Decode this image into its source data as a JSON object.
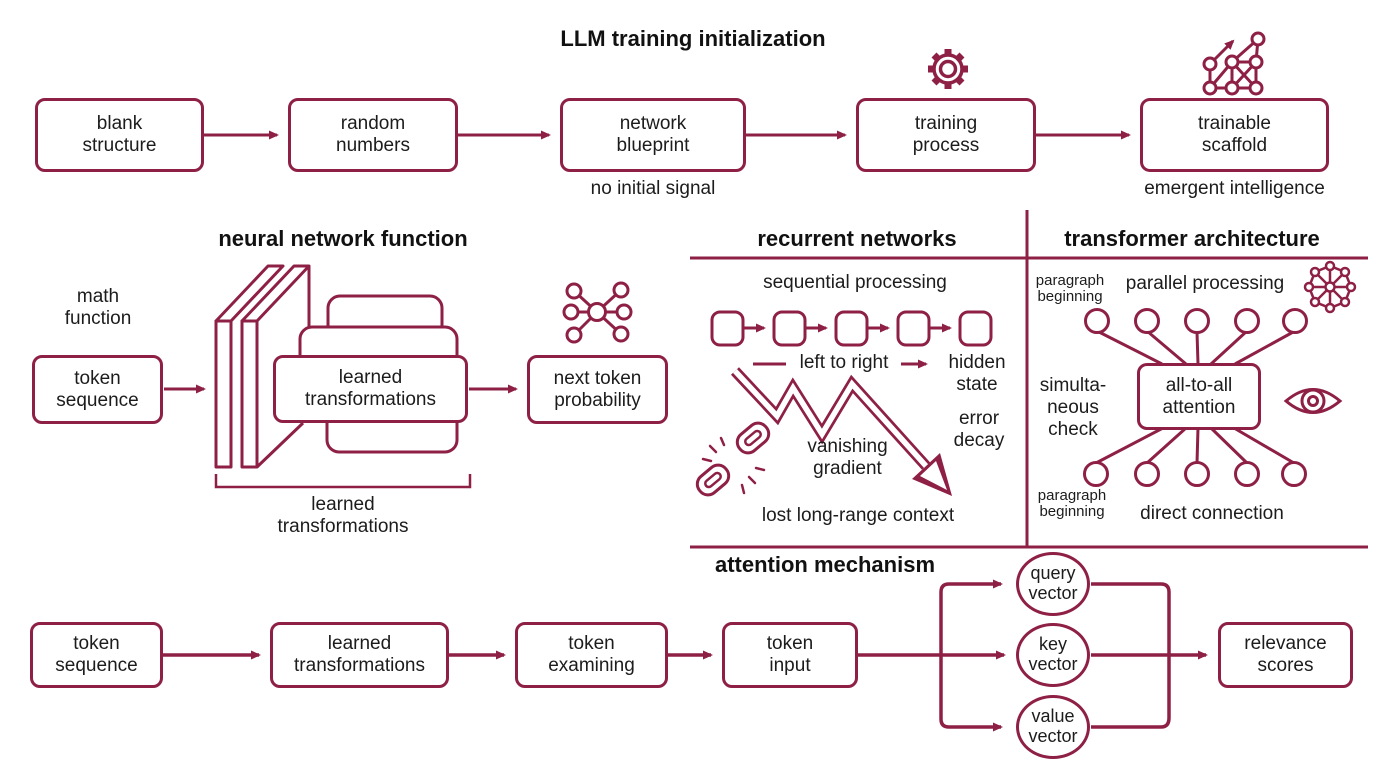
{
  "colors": {
    "accent": "#8E2045",
    "ink": "#1c1c1c"
  },
  "header": {
    "title": "LLM training initialization"
  },
  "training_row": {
    "boxes": [
      "blank\nstructure",
      "random\nnumbers",
      "network\nblueprint",
      "training\nprocess",
      "trainable\nscaffold"
    ],
    "blueprint_note": "no initial signal",
    "scaffold_note": "emergent intelligence"
  },
  "nn_function": {
    "title": "neural network function",
    "input_note": "math\nfunction",
    "input_box": "token\nsequence",
    "stack_front_box": "learned\ntransformations",
    "bracket_label": "learned\ntransformations",
    "output_box": "next token\nprobability"
  },
  "recurrent": {
    "title": "recurrent networks",
    "flow_label": "sequential processing",
    "legend_label": "left to right",
    "hidden_note": "hidden\nstate",
    "gradient_note": "vanishing\ngradient",
    "error_note": "error\ndecay",
    "footer_note": "lost long-range context"
  },
  "transformer": {
    "title": "transformer architecture",
    "top_left_note": "paragraph\nbeginning",
    "flow_label": "parallel processing",
    "left_note": "simulta-\nneous\ncheck",
    "attention_box": "all-to-all\nattention",
    "bottom_left_note": "paragraph\nbeginning",
    "footer_note": "direct connection"
  },
  "attention": {
    "title": "attention mechanism",
    "flow_boxes": [
      "token\nsequence",
      "learned\ntransformations",
      "token\nexamining",
      "token\ninput"
    ],
    "vectors": [
      "query\nvector",
      "key\nvector",
      "value\nvector"
    ],
    "output_box": "relevance\nscores"
  },
  "icons": {
    "gear": "gear-icon",
    "scaffold": "network-growth-icon",
    "hub": "hub-network-icon",
    "chain": "broken-chain-icon",
    "mesh": "mesh-network-icon",
    "eye": "eye-icon"
  }
}
